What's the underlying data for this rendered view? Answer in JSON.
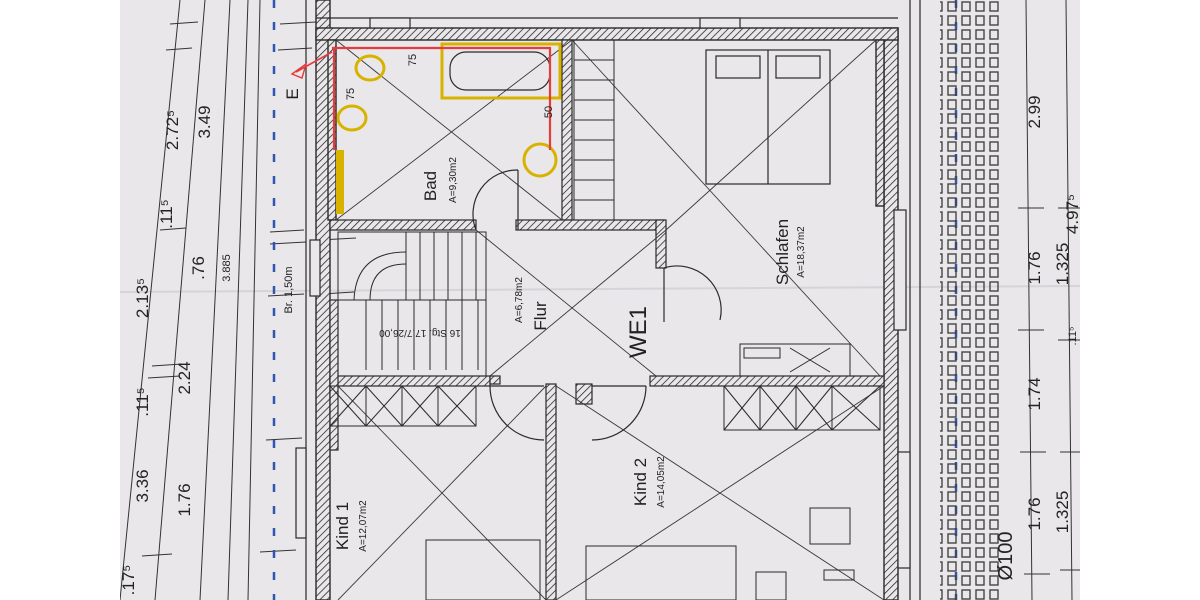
{
  "plan": {
    "rooms": {
      "bad": {
        "name": "Bad",
        "area": "A=9,30m2"
      },
      "flur": {
        "name": "Flur",
        "area": "A=6,78m2"
      },
      "schlafen": {
        "name": "Schlafen",
        "area": "A=18,37m2"
      },
      "kind1": {
        "name": "Kind 1",
        "area": "A=12,07m2"
      },
      "kind2": {
        "name": "Kind 2",
        "area": "A=14,05m2"
      }
    },
    "unit_label": "WE1",
    "stair_label": "16 Stg. 17,7/26,00",
    "stair_width": "Br. 1,50m",
    "bath_measures": {
      "a": "75",
      "b": "75",
      "c": "50"
    },
    "section_mark": "E",
    "dims_left": [
      "3.49",
      "2.72⁵",
      ".11⁵",
      "3.885",
      ".76",
      "2.13⁵",
      "2.24",
      ".11⁵",
      "1.76",
      "3.36",
      ".17⁵"
    ],
    "dims_right": [
      "2.99",
      "4.97⁵",
      "1.76",
      "1.325",
      "1.74",
      ".11⁵",
      "1.76",
      "1.325",
      "Ø100"
    ],
    "colors": {
      "paper": "#e9e7ea",
      "wall": "#2a2a2a",
      "bath_fixture": "#d7b300",
      "pipe": "#e53b3b",
      "axis": "#2f56b0"
    }
  }
}
